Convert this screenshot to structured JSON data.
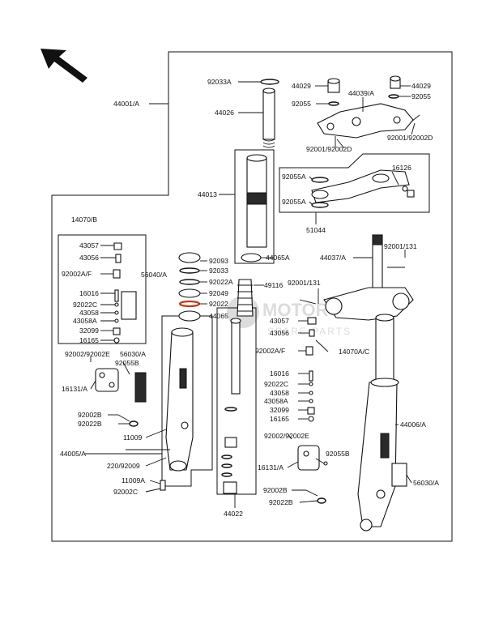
{
  "watermark": {
    "line1": "MOTORCYCLE",
    "line2": "SPARE PARTS"
  },
  "icons": {
    "direction": "arrow-up-left-icon"
  },
  "labels": {
    "p44001A": "44001/A",
    "p92033A": "92033A",
    "p44026": "44026",
    "p44029_l": "44029",
    "p44029_r": "44029",
    "p92055_l": "92055",
    "p92055_r": "92055",
    "p44039A": "44039/A",
    "p92001_92002D": "92001/92002D",
    "p92001_92002D_r": "92001/92002D",
    "p44013": "44013",
    "p92055A_1": "92055A",
    "p92055A_2": "92055A",
    "p16126": "16126",
    "p51044": "51044",
    "p44065A": "44065A",
    "p14070B": "14070/B",
    "p43057_l": "43057",
    "p43056_l": "43056",
    "p92002AF_l": "92002A/F",
    "p16016_l": "16016",
    "p92022C_l": "92022C",
    "p43058_l": "43058",
    "p43058A_l": "43058A",
    "p32099_l": "32099",
    "p16165_l": "16165",
    "p56040A": "56040/A",
    "p92093": "92093",
    "p92033": "92033",
    "p92022A": "92022A",
    "p92049": "92049",
    "p92022": "92022",
    "p44065": "44065",
    "p49116": "49116",
    "p44037A": "44037/A",
    "p92001_131_r": "92001/131",
    "p92001_131_m": "92001/131",
    "p92002_92002E_l": "92002/92002E",
    "p56030A_l": "56030/A",
    "p92055B_l": "92055B",
    "p16131A_l": "16131/A",
    "p92002B_l": "92002B",
    "p92022B_l": "92022B",
    "p11009": "11009",
    "p44005A": "44005/A",
    "p220_92009": "220/92009",
    "p11009A": "11009A",
    "p92002C_l": "92002C",
    "p44022": "44022",
    "p43057_r": "43057",
    "p43056_r": "43056",
    "p92002AF_r": "92002A/F",
    "p14070AC": "14070A/C",
    "p16016_r": "16016",
    "p92022C_r": "92022C",
    "p43058_r": "43058",
    "p43058A_r": "43058A",
    "p32099_r": "32099",
    "p16165_r": "16165",
    "p92002_92002E_r": "92002/92002E",
    "p92055B_r": "92055B",
    "p16131A_r": "16131/A",
    "p92002B_r": "92002B",
    "p92022B_r": "92022B",
    "p44006A": "44006/A",
    "p56030A_r": "56030/A"
  }
}
